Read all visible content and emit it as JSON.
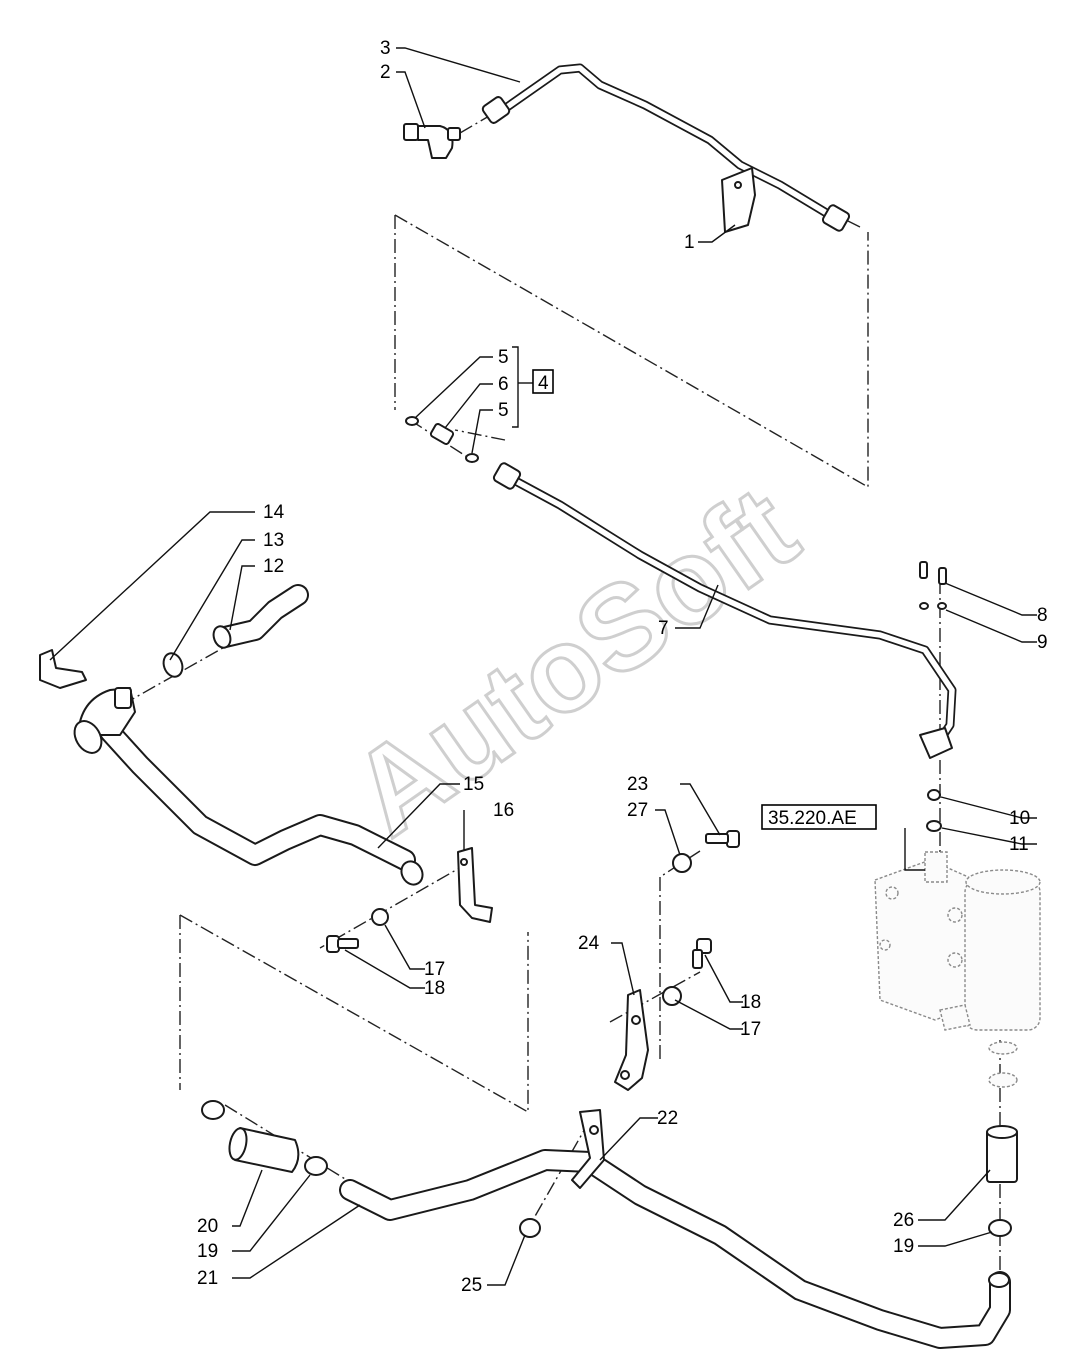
{
  "watermark": "AutoSoft",
  "reference_box": "35.220.AE",
  "group_box": "4",
  "callouts": {
    "c1": "1",
    "c2": "2",
    "c3": "3",
    "c5a": "5",
    "c6": "6",
    "c5b": "5",
    "c7": "7",
    "c8": "8",
    "c9": "9",
    "c10": "10",
    "c11": "11",
    "c12": "12",
    "c13": "13",
    "c14": "14",
    "c15": "15",
    "c16": "16",
    "c17a": "17",
    "c18a": "18",
    "c23": "23",
    "c27": "27",
    "c24": "24",
    "c18b": "18",
    "c17b": "17",
    "c22": "22",
    "c20": "20",
    "c19a": "19",
    "c21": "21",
    "c25": "25",
    "c26": "26",
    "c19b": "19"
  }
}
